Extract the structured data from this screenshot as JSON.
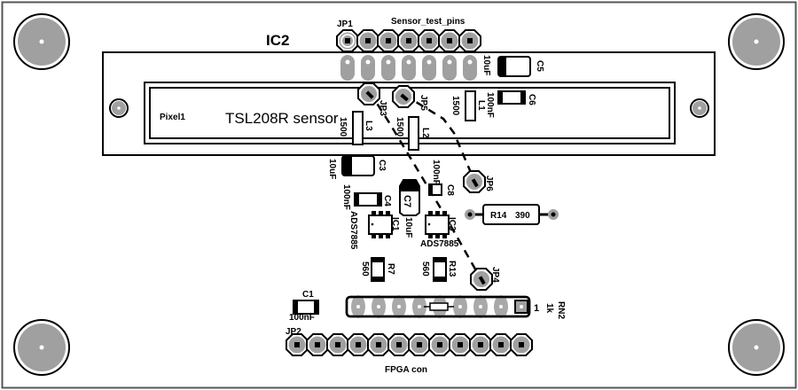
{
  "board": {
    "colors": {
      "outline": "#000000",
      "pad": "#a0a0a0",
      "background": "#ffffff",
      "hole": "#ffffff"
    }
  },
  "labels": {
    "ic2": "IC2",
    "jp1": "JP1",
    "sensor_test_pins": "Sensor_test_pins",
    "pixel1": "Pixel1",
    "tsl208r": "TSL208R sensor",
    "c5_name": "C5",
    "c5_value": "10uF",
    "c6_name": "C6",
    "c6_value": "100nF",
    "l1_name": "L1",
    "l1_value": "1500",
    "l2_name": "L2",
    "l2_value": "1500",
    "l3_name": "L3",
    "l3_value": "1500",
    "jp3": "JP3",
    "jp5": "JP5",
    "jp6": "JP6",
    "jp4": "JP4",
    "c3_name": "C3",
    "c3_value": "10uF",
    "c4_name": "C4",
    "c4_value": "100nF",
    "c7_name": "C7",
    "c7_value": "10uF",
    "c8_name": "C8",
    "c8_value": "100nF",
    "ic1_name": "IC1",
    "ic1_value": "ADS7885",
    "ic3_name": "IC3",
    "ic3_value": "ADS7885",
    "r14": "R14",
    "r14_value": "390",
    "r7_name": "R7",
    "r7_value": "560",
    "r13_name": "R13",
    "r13_value": "560",
    "c1_name": "C1",
    "c1_value": "100nF",
    "rn2_name": "RN2",
    "rn2_value": "1k",
    "rn2_pin1": "1",
    "jp2": "JP2",
    "fpga_con": "FPGA con"
  },
  "connectors": {
    "jp1_pins": 7,
    "ic2_pins": 7,
    "rn2_pins": 9,
    "jp2_pins": 12
  }
}
